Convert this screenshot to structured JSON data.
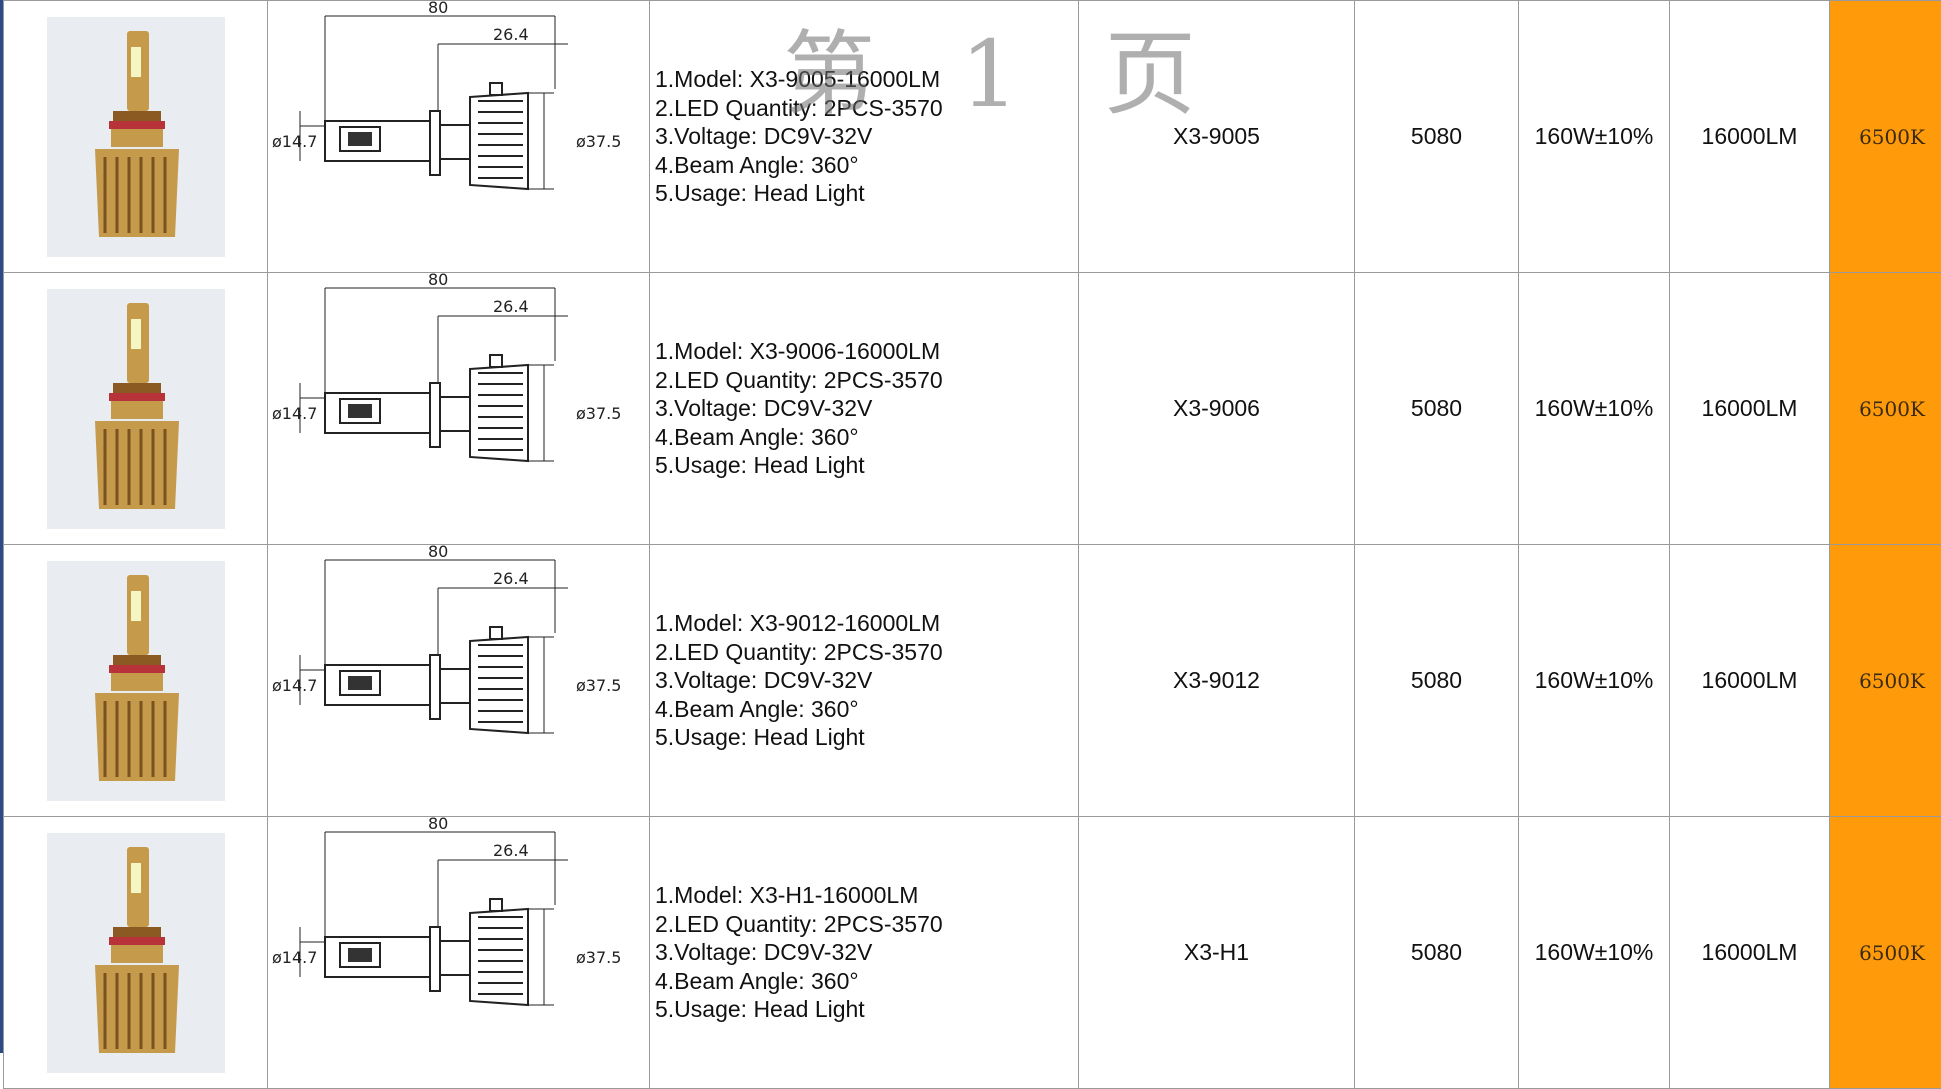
{
  "watermark": "第 1 页",
  "colors": {
    "grid_line": "#9a9a9a",
    "temp_cell_bg": "#ff9a0a",
    "left_edge": "#2c4a86",
    "photo_bg": "#e9ecf1",
    "bulb_gold": "#c59a4a"
  },
  "icons": {
    "product_photo": "led-headlight-bulb-photo",
    "drawing": "bulb-dimension-drawing"
  },
  "drawing_labels": {
    "length": "80",
    "neck": "26.4",
    "diameter_small": "ø14.7",
    "diameter_large": "ø37.5"
  },
  "rows": [
    {
      "desc": [
        "1.Model: X3-9005-16000LM",
        "2.LED Quantity: 2PCS-3570",
        "3.Voltage: DC9V-32V",
        "4.Beam Angle: 360°",
        "5.Usage: Head Light"
      ],
      "model": "X3-9005",
      "chip": "5080",
      "power": "160W±10%",
      "lumen": "16000LM",
      "temp": "6500K"
    },
    {
      "desc": [
        "1.Model: X3-9006-16000LM",
        "2.LED Quantity: 2PCS-3570",
        "3.Voltage: DC9V-32V",
        "4.Beam Angle: 360°",
        "5.Usage: Head Light"
      ],
      "model": "X3-9006",
      "chip": "5080",
      "power": "160W±10%",
      "lumen": "16000LM",
      "temp": "6500K"
    },
    {
      "desc": [
        "1.Model: X3-9012-16000LM",
        "2.LED Quantity: 2PCS-3570",
        "3.Voltage: DC9V-32V",
        "4.Beam Angle: 360°",
        "5.Usage: Head Light"
      ],
      "model": "X3-9012",
      "chip": "5080",
      "power": "160W±10%",
      "lumen": "16000LM",
      "temp": "6500K"
    },
    {
      "desc": [
        "1.Model: X3-H1-16000LM",
        "2.LED Quantity: 2PCS-3570",
        "3.Voltage: DC9V-32V",
        "4.Beam Angle: 360°",
        "5.Usage: Head Light"
      ],
      "model": "X3-H1",
      "chip": "5080",
      "power": "160W±10%",
      "lumen": "16000LM",
      "temp": "6500K"
    }
  ]
}
